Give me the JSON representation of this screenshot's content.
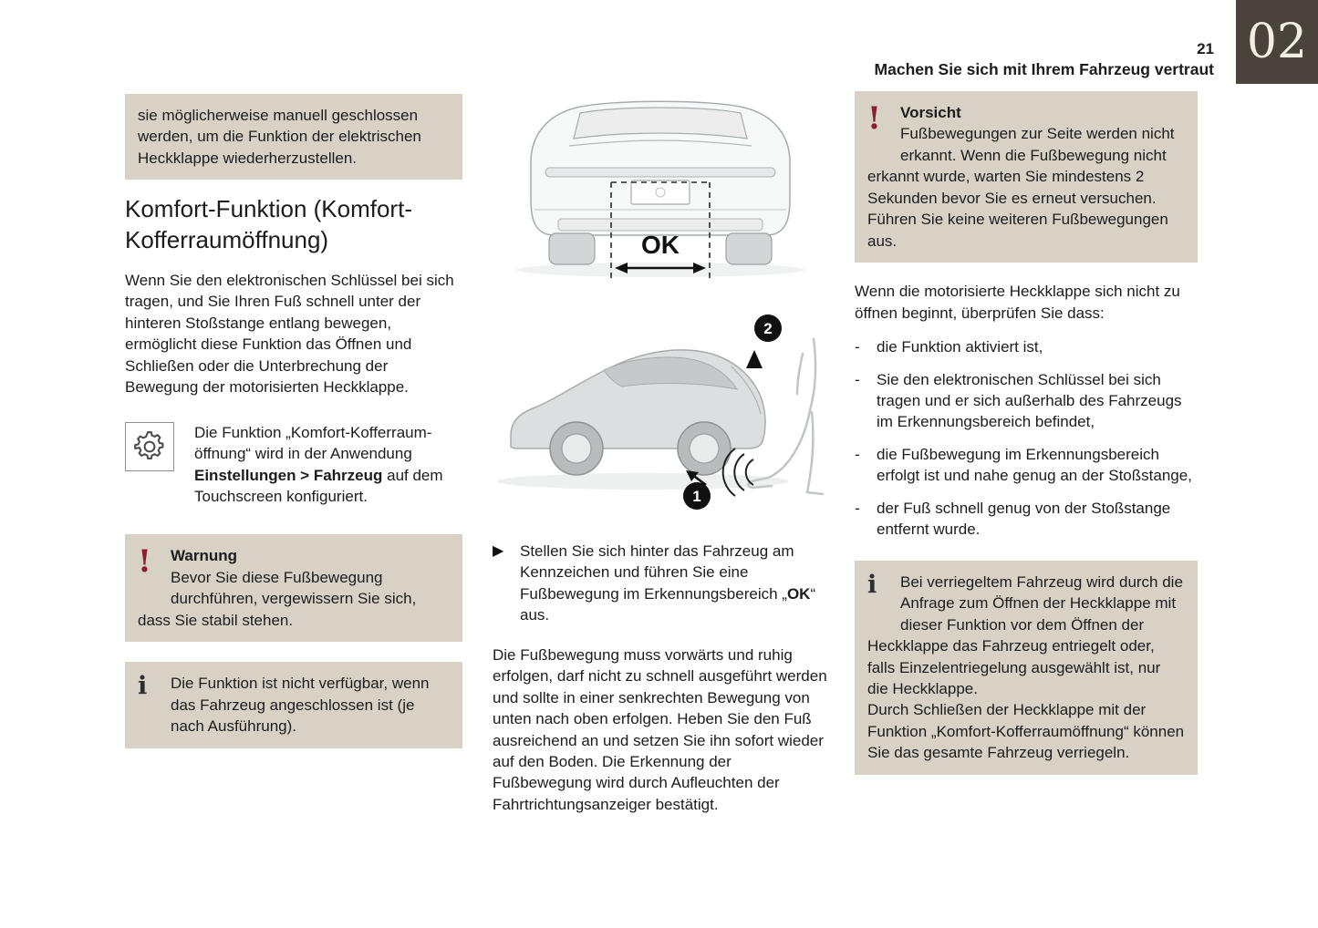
{
  "colors": {
    "box_beige": "#d8d2c6",
    "chapter_bg": "#4a433c",
    "alert_red": "#8c1d30",
    "text": "#1c1c1c"
  },
  "icons": {
    "warning": "!",
    "info": "i",
    "bullet": "▶",
    "list_dash": "-"
  },
  "page": {
    "number": "21",
    "header": "Machen Sie sich mit Ihrem Fahrzeug vertraut",
    "chapter": "02"
  },
  "col1": {
    "carryover": "sie möglicherweise manuell geschlossen werden, um die Funktion der elektrischen Heckklappe wiederherzustellen.",
    "heading": "Komfort-Funktion (Komfort-Kofferraumöffnung)",
    "intro": "Wenn Sie den elektronischen Schlüssel bei sich tragen, und Sie Ihren Fuß schnell unter der hinteren Stoßstange entlang bewegen, ermöglicht diese Funktion das Öffnen und Schließen oder die Unterbrechung der Bewegung der motorisierten Heckklappe.",
    "settings_note": {
      "pre": "Die Funktion „Komfort-Kofferraum-öffnung“ wird in der Anwendung ",
      "bold": "Einstellungen > Fahrzeug",
      "post": " auf dem Touchscreen konfiguriert."
    },
    "warning": {
      "title": "Warnung",
      "text": "Bevor Sie diese Fußbewegung durchführen, vergewissern Sie sich, dass Sie stabil stehen."
    },
    "info": "Die Funktion ist nicht verfügbar, wenn das Fahrzeug angeschlossen ist (je nach Ausführung)."
  },
  "col2": {
    "illustration_rear": {
      "zone_label": "OK"
    },
    "illustration_side": {
      "badge_tailgate": "2",
      "badge_kick": "1"
    },
    "bullet": {
      "pre": "Stellen Sie sich hinter das Fahrzeug am Kennzeichen und führen Sie eine Fußbewegung im Erkennungsbereich „",
      "bold": "OK",
      "post": "“ aus."
    },
    "paragraph": "Die Fußbewegung muss vorwärts und ruhig erfolgen, darf nicht zu schnell ausgeführt werden und sollte in einer senkrechten Bewegung von unten nach oben erfolgen. Heben Sie den Fuß ausreichend an und setzen Sie ihn sofort wieder auf den Boden. Die Erkennung der Fußbewegung wird durch Aufleuchten der Fahrtrichtungsanzeiger bestätigt."
  },
  "col3": {
    "caution": {
      "title": "Vorsicht",
      "text1": "Fußbewegungen zur Seite werden nicht erkannt. Wenn die Fußbewegung nicht erkannt wurde, warten Sie mindestens 2 Sekunden bevor Sie es erneut versuchen.",
      "text2": "Führen Sie keine weiteren Fußbewegungen aus."
    },
    "check_intro": "Wenn die motorisierte Heckklappe sich nicht zu öffnen beginnt, überprüfen Sie dass:",
    "list": [
      "die Funktion aktiviert ist,",
      "Sie den elektronischen Schlüssel bei sich tragen und er sich außerhalb des Fahrzeugs im Erkennungsbereich befindet,",
      "die Fußbewegung im Erkennungsbereich erfolgt ist und nahe genug an der Stoßstange,",
      "der Fuß schnell genug von der Stoßstange entfernt wurde."
    ],
    "info": {
      "text1": "Bei verriegeltem Fahrzeug wird durch die Anfrage zum Öffnen der Heckklappe mit dieser Funktion vor dem Öffnen der Heckklappe das Fahrzeug entriegelt oder, falls Einzelentriegelung ausgewählt ist, nur die Heckklappe.",
      "text2": "Durch Schließen der Heckklappe mit der Funktion „Komfort-Kofferraumöffnung“ können Sie das gesamte Fahrzeug verriegeln."
    }
  }
}
